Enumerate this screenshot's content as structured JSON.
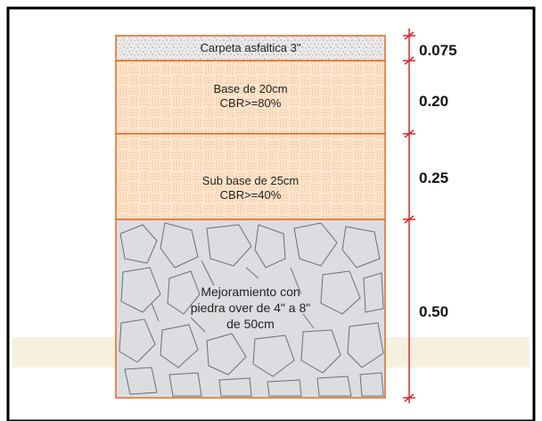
{
  "layers": [
    {
      "id": "carpeta",
      "lines": [
        "Carpeta asfaltica 3\""
      ],
      "thickness": "0.075"
    },
    {
      "id": "base",
      "lines": [
        "Base de 20cm",
        "CBR>=80%"
      ],
      "thickness": "0.20"
    },
    {
      "id": "subbase",
      "lines": [
        "Sub base de 25cm",
        "CBR>=40%"
      ],
      "thickness": "0.25"
    },
    {
      "id": "mejoramiento",
      "lines": [
        "Mejoramiento con",
        "piedra over de 4\" a 8\"",
        "de 50cm"
      ],
      "thickness": "0.50"
    }
  ],
  "colors": {
    "frame": "#000000",
    "layer_border": "#e8691e",
    "carpeta_fill": "#e9e9e9",
    "base_fill": "#fde7cf",
    "stone_fill": "#dcdde0",
    "dim_line": "#d42a2a",
    "band": "#f8f0df"
  }
}
